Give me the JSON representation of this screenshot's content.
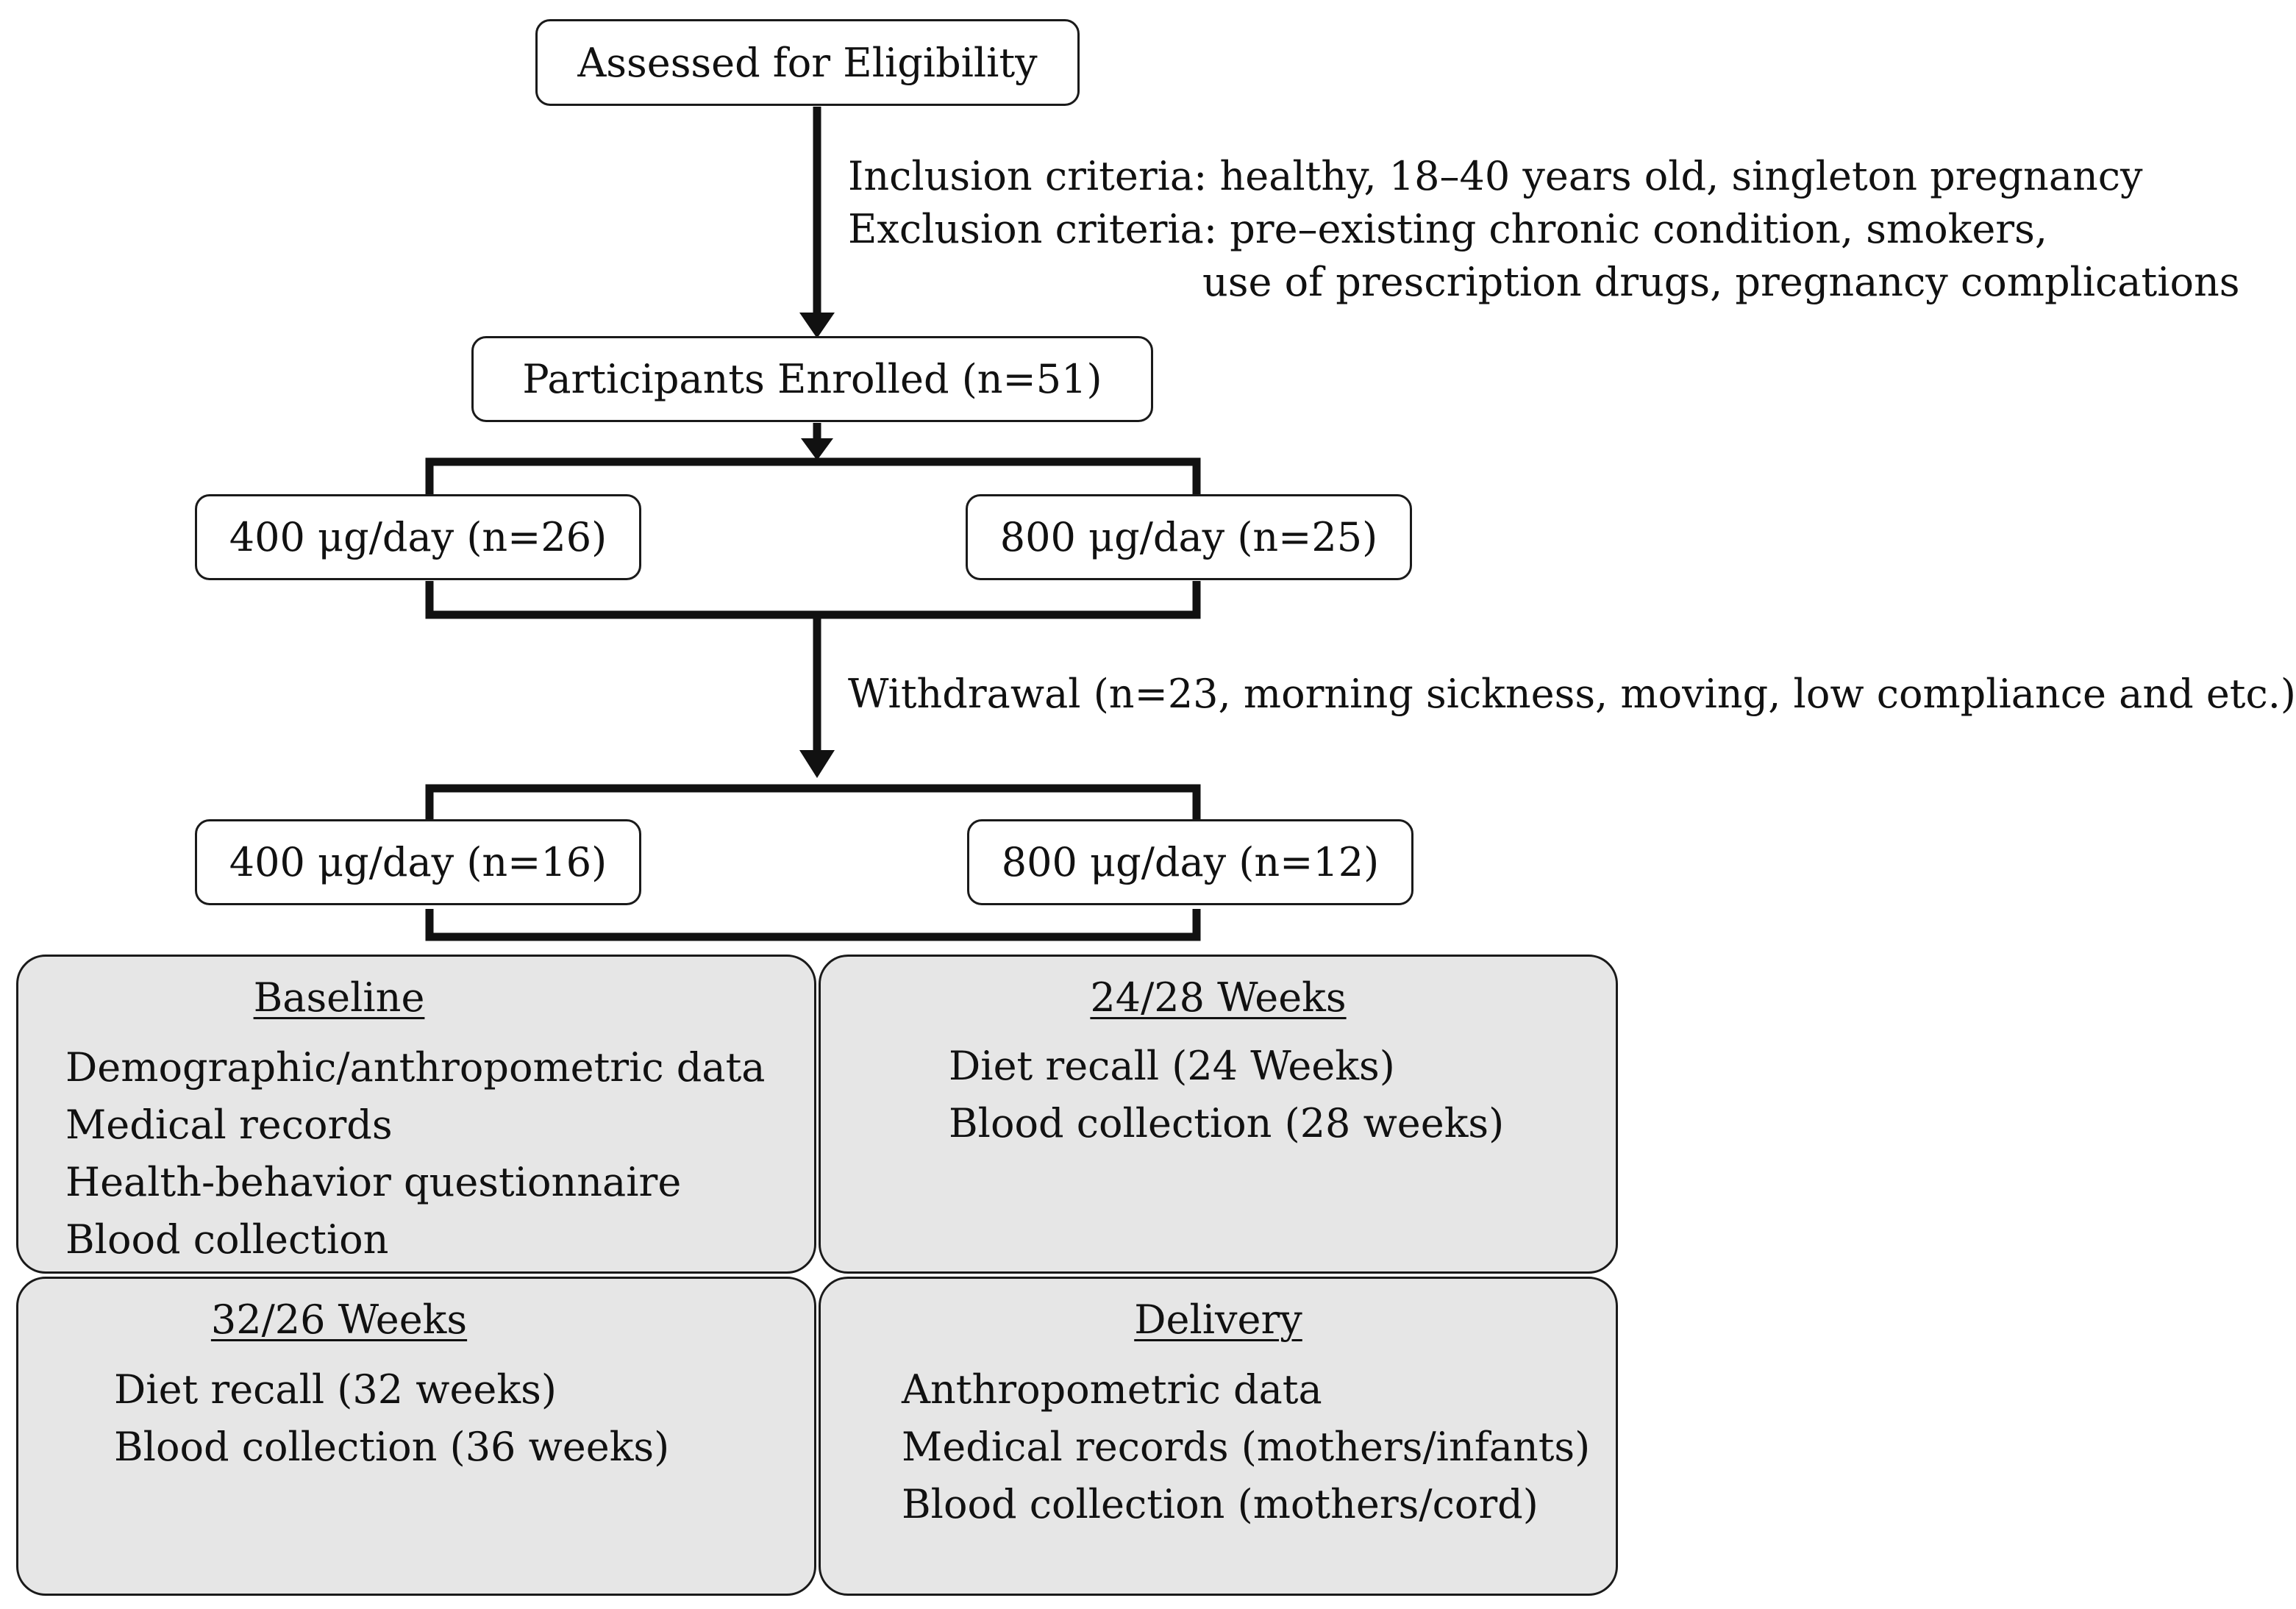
{
  "assessed": "Assessed for Eligibility",
  "criteria": {
    "inclusion": "Inclusion criteria: healthy, 18–40 years old, singleton pregnancy",
    "exclusion_line1": "Exclusion criteria: pre–existing chronic condition, smokers,",
    "exclusion_line2": "use of prescription drugs, pregnancy complications"
  },
  "enrolled": "Participants Enrolled (n=51)",
  "groups_initial": {
    "left": "400 μg/day (n=26)",
    "right": "800 μg/day (n=25)"
  },
  "withdrawal": "Withdrawal (n=23, morning sickness, moving, low compliance and etc.)",
  "groups_final": {
    "left": "400 μg/day (n=16)",
    "right": "800 μg/day (n=12)"
  },
  "panels": {
    "baseline": {
      "title": "Baseline",
      "items": [
        "Demographic/anthropometric data",
        "Medical records",
        "Health-behavior questionnaire",
        "Blood collection"
      ]
    },
    "week24_28": {
      "title": "24/28 Weeks",
      "items": [
        "Diet recall (24 Weeks)",
        "Blood collection (28 weeks)"
      ]
    },
    "week32_26": {
      "title": "32/26 Weeks",
      "items": [
        "Diet recall (32 weeks)",
        "Blood collection (36 weeks)"
      ]
    },
    "delivery": {
      "title": "Delivery",
      "items": [
        "Anthropometric data",
        "Medical records (mothers/infants)",
        "Blood collection (mothers/cord)"
      ]
    }
  }
}
